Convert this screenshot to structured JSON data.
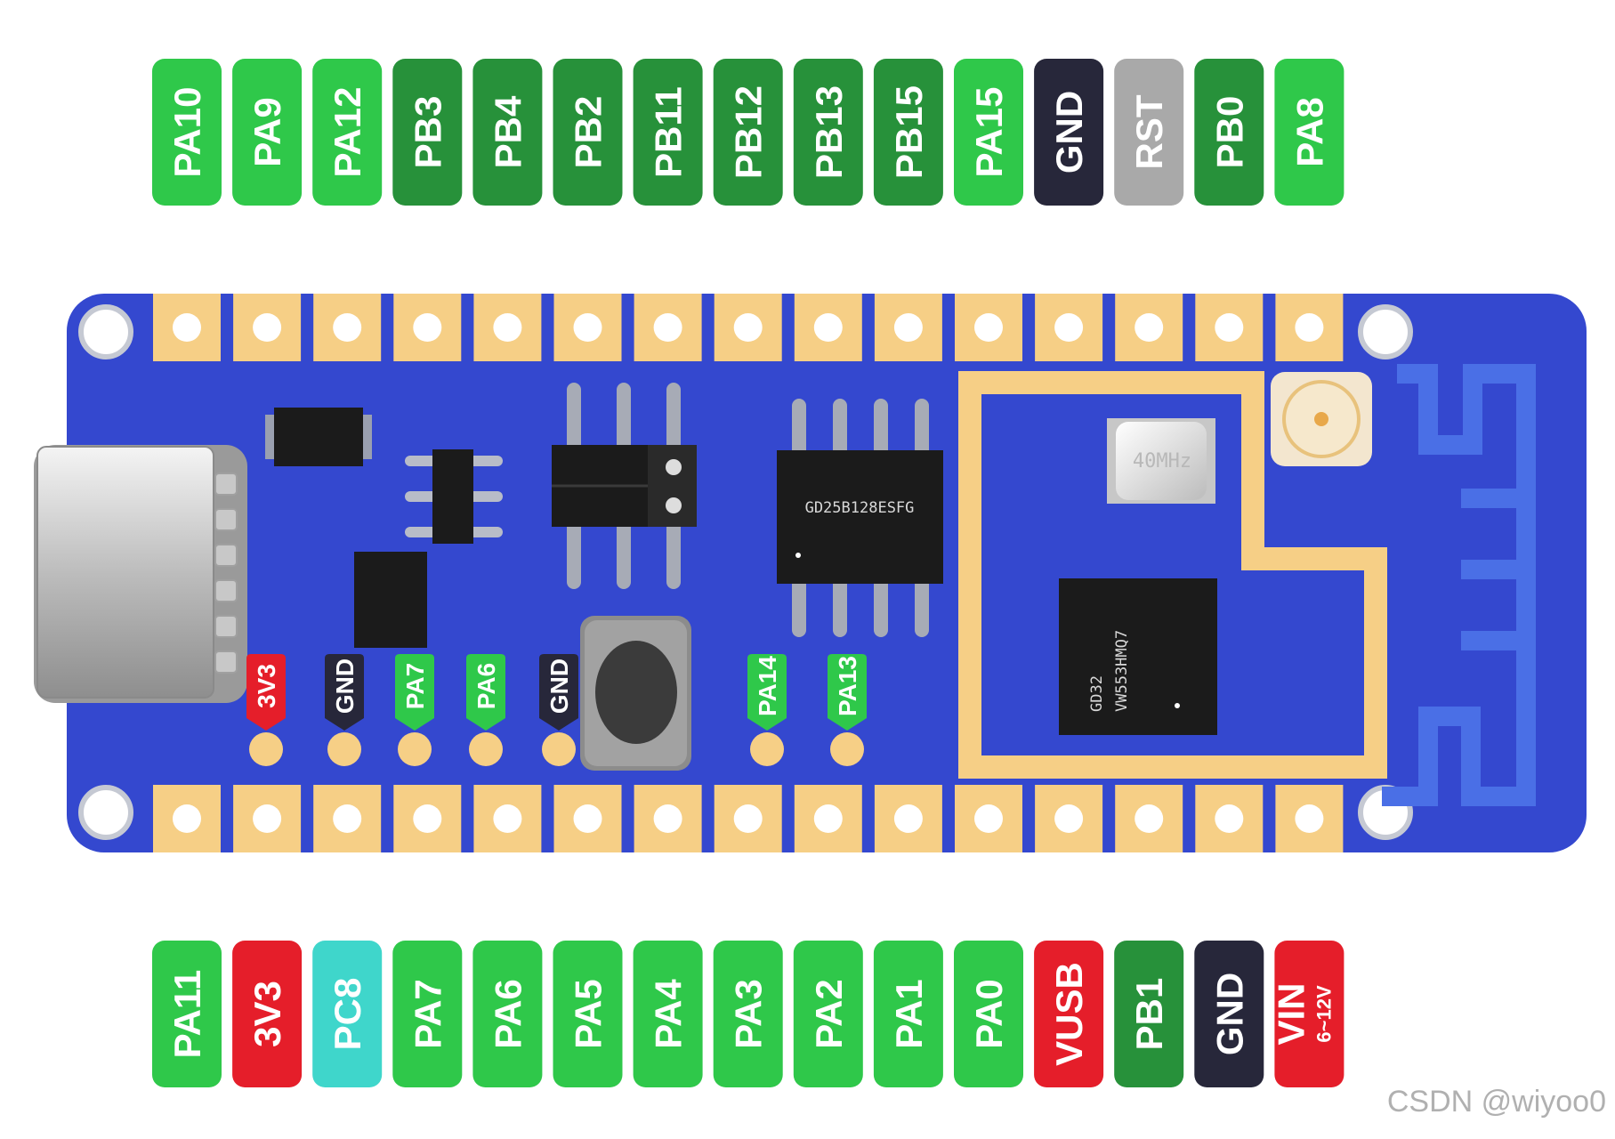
{
  "colors": {
    "io_light": "#2fc84a",
    "io_dark": "#27913a",
    "gnd": "#27273a",
    "rst": "#a9a9a9",
    "power": "#e51e2a",
    "cyan": "#3fd6cb",
    "board": "#3448cf",
    "pad": "#f6cf86",
    "antenna": "#4a6fe6"
  },
  "top_pins": [
    {
      "label": "PA10",
      "color": "io_light"
    },
    {
      "label": "PA9",
      "color": "io_light"
    },
    {
      "label": "PA12",
      "color": "io_light"
    },
    {
      "label": "PB3",
      "color": "io_dark"
    },
    {
      "label": "PB4",
      "color": "io_dark"
    },
    {
      "label": "PB2",
      "color": "io_dark"
    },
    {
      "label": "PB11",
      "color": "io_dark"
    },
    {
      "label": "PB12",
      "color": "io_dark"
    },
    {
      "label": "PB13",
      "color": "io_dark"
    },
    {
      "label": "PB15",
      "color": "io_dark"
    },
    {
      "label": "PA15",
      "color": "io_light"
    },
    {
      "label": "GND",
      "color": "gnd"
    },
    {
      "label": "RST",
      "color": "rst"
    },
    {
      "label": "PB0",
      "color": "io_dark"
    },
    {
      "label": "PA8",
      "color": "io_light"
    }
  ],
  "bottom_pins": [
    {
      "label": "PA11",
      "color": "io_light"
    },
    {
      "label": "3V3",
      "color": "power"
    },
    {
      "label": "PC8",
      "color": "cyan"
    },
    {
      "label": "PA7",
      "color": "io_light"
    },
    {
      "label": "PA6",
      "color": "io_light"
    },
    {
      "label": "PA5",
      "color": "io_light"
    },
    {
      "label": "PA4",
      "color": "io_light"
    },
    {
      "label": "PA3",
      "color": "io_light"
    },
    {
      "label": "PA2",
      "color": "io_light"
    },
    {
      "label": "PA1",
      "color": "io_light"
    },
    {
      "label": "PA0",
      "color": "io_light"
    },
    {
      "label": "VUSB",
      "color": "power"
    },
    {
      "label": "PB1",
      "color": "io_dark"
    },
    {
      "label": "GND",
      "color": "gnd"
    },
    {
      "label": "VIN",
      "sublabel": "6~12V",
      "color": "power"
    }
  ],
  "board_tags": [
    {
      "label": "3V3",
      "color": "power"
    },
    {
      "label": "GND",
      "color": "gnd"
    },
    {
      "label": "PA7",
      "color": "io_light"
    },
    {
      "label": "PA6",
      "color": "io_light"
    },
    {
      "label": "GND",
      "color": "gnd"
    },
    {
      "label": "PA14",
      "color": "io_light"
    },
    {
      "label": "PA13",
      "color": "io_light"
    }
  ],
  "chips": {
    "flash": "GD25B128ESFG",
    "crystal": "40MHz",
    "mcu_line1": "GD32",
    "mcu_line2": "VW553HMQ7"
  },
  "watermark": "CSDN @wiyoo0"
}
